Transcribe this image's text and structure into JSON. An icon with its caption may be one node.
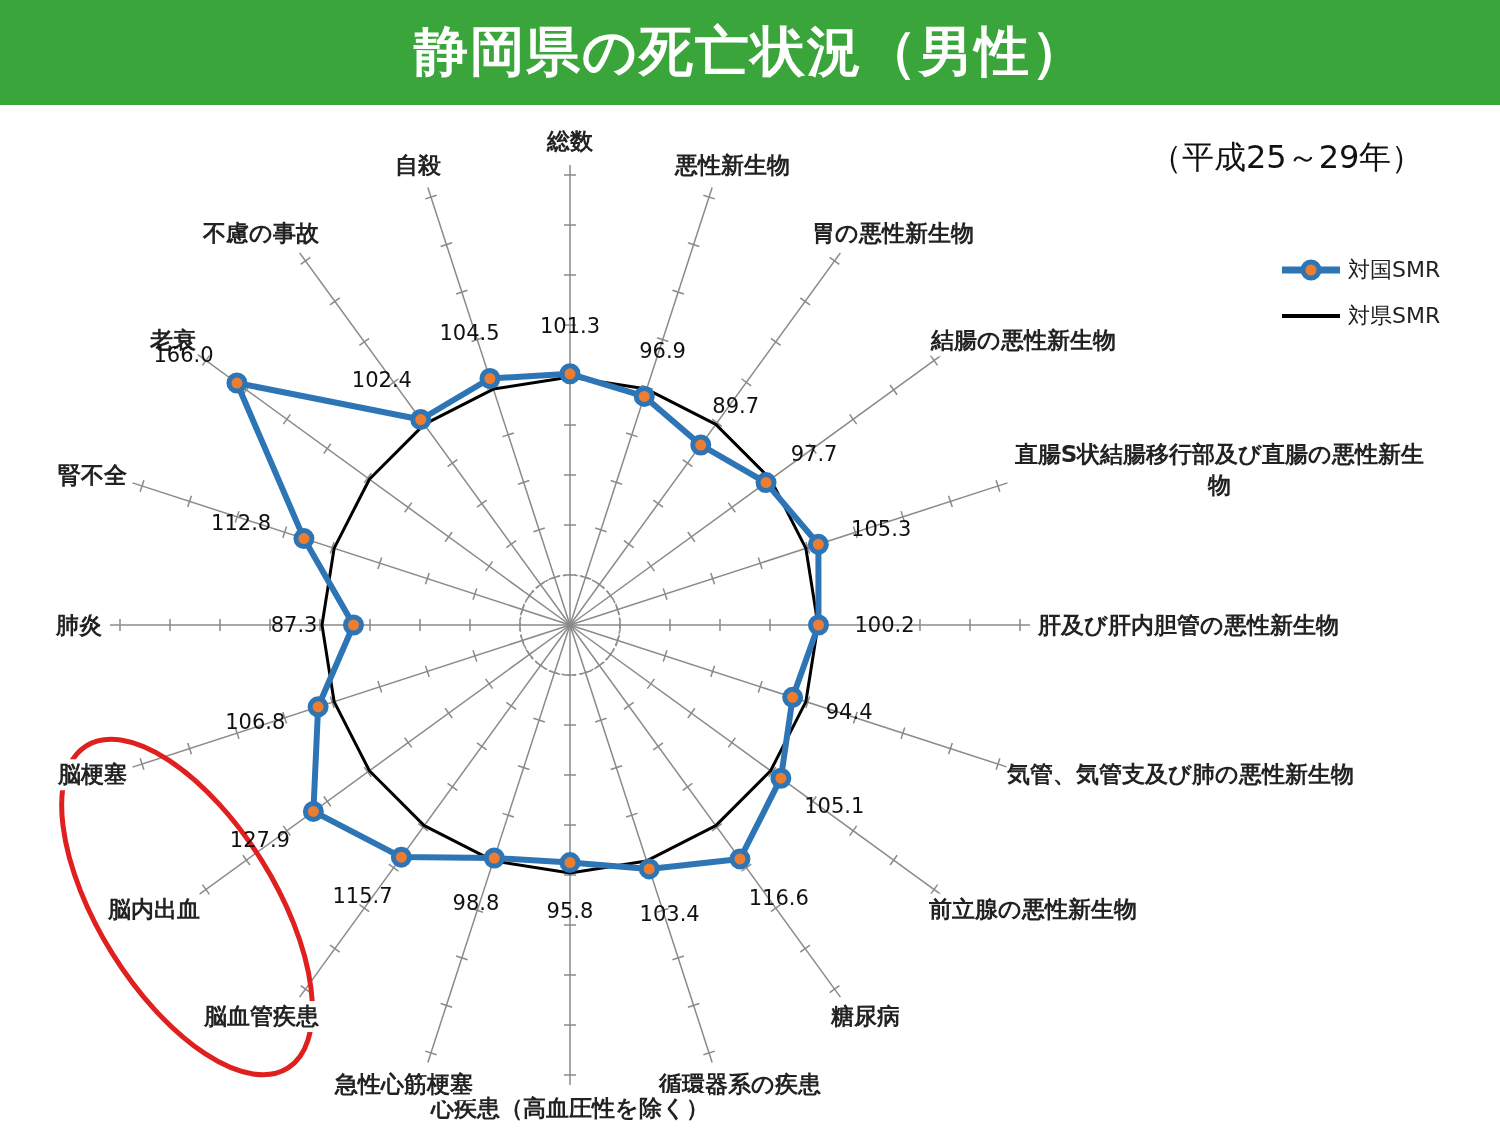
{
  "diagram": {
    "title": "静岡県の死亡状況（男性）",
    "labels": [
      "（平成25～29年）",
      "総数",
      "悪性新生物",
      "胃の悪性新生物",
      "結腸の悪性新生物",
      "直腸S状結腸移行部及び直腸の悪性新生物",
      "肝及び肝内胆管の悪性新生物",
      "気管、気管支及び肺の悪性新生物",
      "前立腺の悪性新生物",
      "糖尿病",
      "循環器系の疾患",
      "心疾患（高血圧性を除く）",
      "急性心筋梗塞",
      "脳血管疾患",
      "脳内出血",
      "脳梗塞",
      "肺炎",
      "腎不全",
      "老衰",
      "不慮の事故",
      "自殺",
      "101.3",
      "96.9",
      "89.7",
      "97.7",
      "105.3",
      "100.2",
      "94.4",
      "105.1",
      "116.6",
      "103.4",
      "95.8",
      "98.8",
      "115.7",
      "127.9",
      "106.8",
      "87.3",
      "112.8",
      "166.0",
      "102.4",
      "104.5"
    ],
    "legend": [
      {
        "text": "対国SMR"
      },
      {
        "text": "対県SMR"
      }
    ]
  }
}
